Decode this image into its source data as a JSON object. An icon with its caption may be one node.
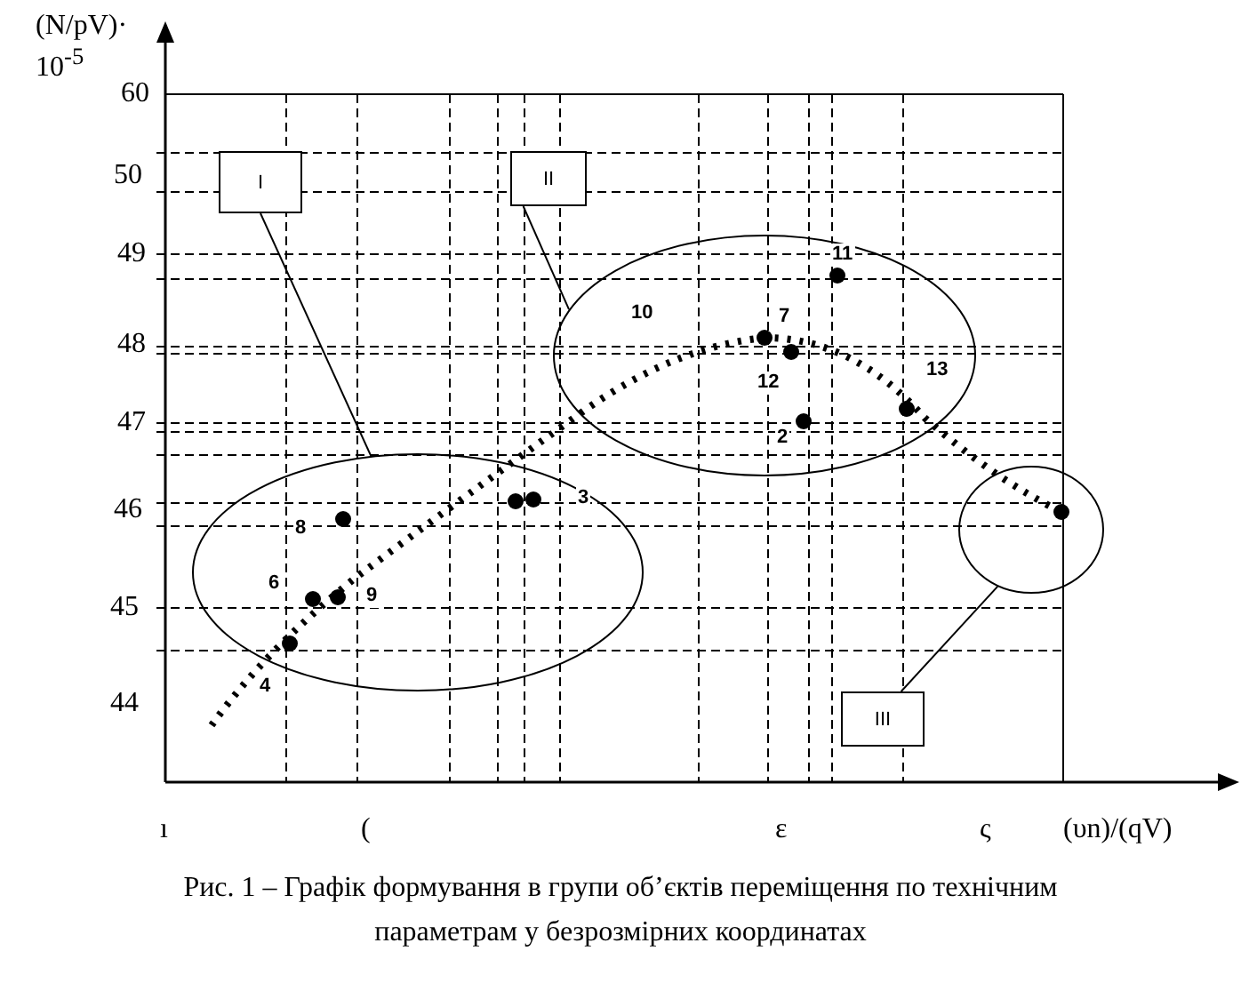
{
  "diagram": {
    "caption": "Рис. 1 – Графік формування в групи об’єктів переміщення по технічним параметрам у безрозмірних координатах",
    "nodes": [
      {
        "text": [
          "I"
        ]
      },
      {
        "text": [
          "II"
        ]
      },
      {
        "text": [],
        "shape": "circle"
      },
      {
        "text": [],
        "shape": "circle"
      },
      {
        "text": [],
        "shape": "circle"
      },
      {
        "text": [
          "III"
        ]
      }
    ],
    "edges": [
      {
        "from": 0,
        "to": 4,
        "arrow": "none"
      },
      {
        "from": 1,
        "to": 2,
        "arrow": "none"
      },
      {
        "from": 5,
        "to": 3,
        "arrow": "none"
      }
    ],
    "labels": [
      "(N/pV)· 10$^{-5}$",
      "60",
      "50",
      "49",
      "11",
      "48",
      "10",
      "7",
      "12",
      "13",
      "47",
      "2",
      "46",
      "3",
      "8",
      "6",
      "9",
      "45",
      "4",
      "44",
      "ı",
      "(",
      "ε",
      "ς",
      "(υn)/(qV)"
    ]
  }
}
